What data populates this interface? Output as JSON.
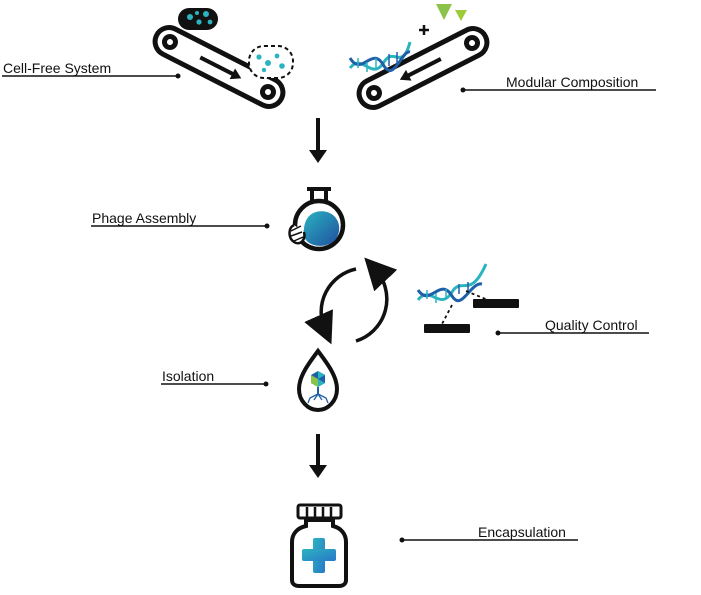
{
  "labels": {
    "cell_free_system": "Cell-Free System",
    "modular_composition": "Modular Composition",
    "phage_assembly": "Phage Assembly",
    "quality_control": "Quality Control",
    "isolation": "Isolation",
    "encapsulation": "Encapsulation"
  },
  "icons": {
    "cell_free": "conveyor-with-cell-and-dots-icon",
    "modular": "conveyor-with-dna-and-triangles-icon",
    "phage_assembly": "flask-with-phage-head-icon",
    "cycle": "circular-cycle-arrows-icon",
    "quality_control": "dna-with-gel-bands-icon",
    "isolation": "droplet-with-phage-icon",
    "encapsulation": "medicine-bottle-with-cross-icon"
  },
  "colors": {
    "ink": "#111111",
    "teal": "#2bb3c0",
    "blue": "#1f5fa8",
    "green": "#8bc34a",
    "lime": "#9ccc3a"
  }
}
